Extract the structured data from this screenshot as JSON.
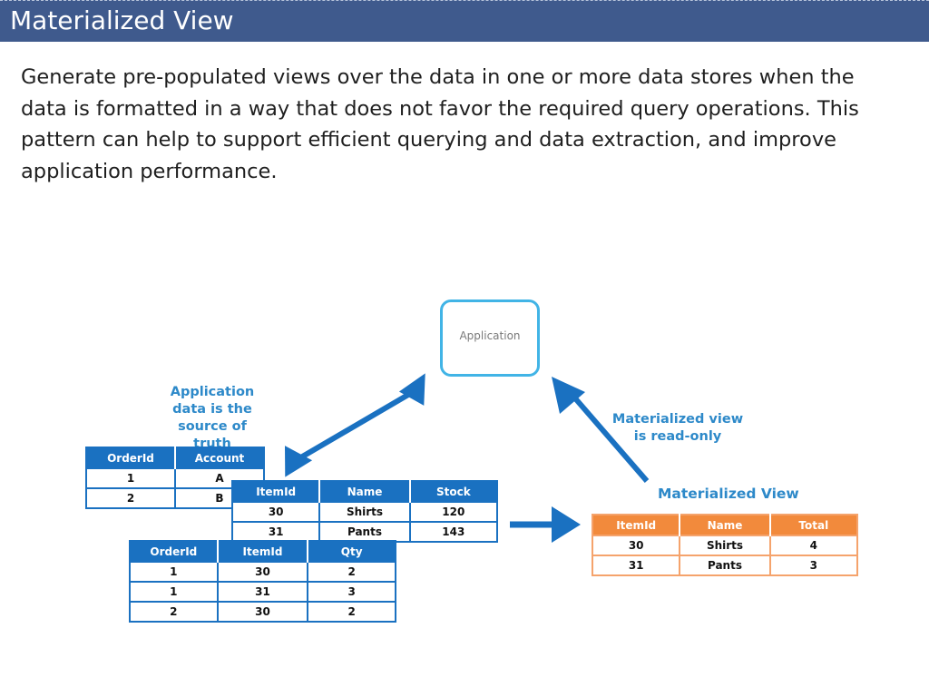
{
  "header": {
    "title": "Materialized View"
  },
  "intro": "Generate pre-populated views over the data in one or more data stores when the data is formatted in a way that does not favor the required query operations. This pattern can help to support efficient querying and data extraction, and improve application performance.",
  "diagram": {
    "application_label": "Application",
    "callout_source": [
      "Application",
      "data is the",
      "source of truth"
    ],
    "callout_readonly": [
      "Materialized view",
      "is read-only"
    ],
    "materialized_view_title": "Materialized View",
    "accounts_table": {
      "headers": [
        "OrderId",
        "Account"
      ],
      "rows": [
        [
          "1",
          "A"
        ],
        [
          "2",
          "B"
        ]
      ]
    },
    "items_table": {
      "headers": [
        "ItemId",
        "Name",
        "Stock"
      ],
      "rows": [
        [
          "30",
          "Shirts",
          "120"
        ],
        [
          "31",
          "Pants",
          "143"
        ]
      ]
    },
    "orders_table": {
      "headers": [
        "OrderId",
        "ItemId",
        "Qty"
      ],
      "rows": [
        [
          "1",
          "30",
          "2"
        ],
        [
          "1",
          "31",
          "3"
        ],
        [
          "2",
          "30",
          "2"
        ]
      ]
    },
    "view_table": {
      "headers": [
        "ItemId",
        "Name",
        "Total"
      ],
      "rows": [
        [
          "30",
          "Shirts",
          "4"
        ],
        [
          "31",
          "Pants",
          "3"
        ]
      ]
    },
    "colors": {
      "blue": "#1a71c1",
      "orange": "#f28a3c",
      "cyan": "#41b4e6",
      "header_bar": "#3f5a8d"
    }
  }
}
